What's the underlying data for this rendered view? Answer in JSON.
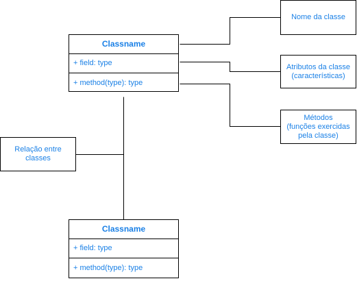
{
  "class_top": {
    "name": "Classname",
    "field": "+ field: type",
    "method": "+ method(type): type"
  },
  "class_bottom": {
    "name": "Classname",
    "field": "+ field: type",
    "method": "+ method(type): type"
  },
  "notes": {
    "class_name": "Nome da classe",
    "attributes": "Atributos da classe\n(características)",
    "methods": "Métodos\n(funções exercidas\npela classe)",
    "relation": "Relação entre\nclasses"
  },
  "colors": {
    "text": "#1a80e6",
    "stroke": "#000000"
  }
}
